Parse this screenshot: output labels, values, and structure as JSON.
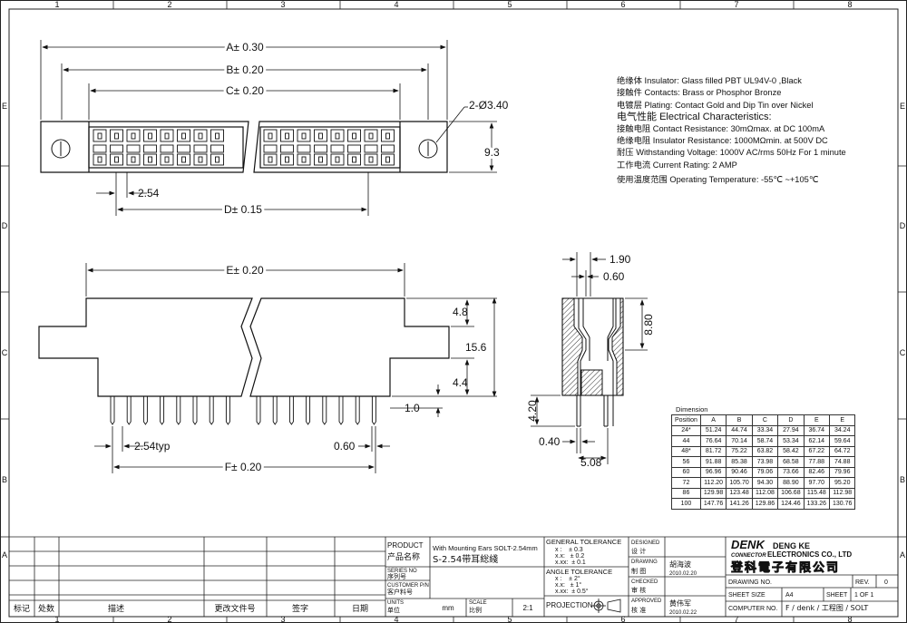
{
  "grid": {
    "columns": [
      "1",
      "2",
      "3",
      "4",
      "5",
      "6",
      "7",
      "8"
    ],
    "rows_right": [
      "E",
      "D",
      "C",
      "B",
      "A"
    ],
    "rows_left": [
      "E",
      "D",
      "C",
      "B",
      "A"
    ]
  },
  "top_view": {
    "dim_a": "A± 0.30",
    "dim_b": "B± 0.20",
    "dim_c": "C± 0.20",
    "dim_hole": "2-Ø3.40",
    "dim_height": "9.3",
    "dim_pitch": "2.54",
    "dim_d": "D± 0.15"
  },
  "front_view": {
    "dim_e": "E± 0.20",
    "dim_48": "4.8",
    "dim_156": "15.6",
    "dim_44": "4.4",
    "dim_10": "1.0",
    "dim_pitch_typ": "2.54typ",
    "dim_060": "0.60",
    "dim_f": "F± 0.20"
  },
  "side_view": {
    "dim_190": "1.90",
    "dim_060": "0.60",
    "dim_880": "8.80",
    "dim_420": "4.20",
    "dim_040": "0.40",
    "dim_508": "5.08"
  },
  "specs": {
    "insulator": {
      "cn": "绝缘体",
      "en": "Insulator: Glass filled PBT UL94V-0 ,Black"
    },
    "contacts": {
      "cn": "接触件",
      "en": "Contacts: Brass or  Phosphor Bronze"
    },
    "plating": {
      "cn": "电镀层",
      "en": "Plating: Contact Gold and Dip Tin over Nickel"
    },
    "electrical_heading": {
      "cn": "电气性能",
      "en": "Electrical Characteristics:"
    },
    "contact_resistance": {
      "cn": "接触电阻",
      "en": "Contact Resistance: 30mΩmax. at DC 100mA"
    },
    "insulator_resistance": {
      "cn": "绝缘电阻",
      "en": "Insulator Resistance: 1000MΩmin. at 500V DC"
    },
    "withstanding": {
      "cn": "耐压",
      "en": "Withstanding Voltage: 1000V AC/rms 50Hz For 1 minute"
    },
    "current": {
      "cn": "工作电流",
      "en": "Current Rating: 2 AMP"
    },
    "temperature": {
      "cn": "使用温度范围",
      "en": "Operating Temperature: -55℃ ~+105℃"
    }
  },
  "dimension_table": {
    "caption": "Dimension",
    "headers": [
      "Position",
      "A",
      "B",
      "C",
      "D",
      "E",
      "E"
    ],
    "rows": [
      [
        "24*",
        "51.24",
        "44.74",
        "33.34",
        "27.94",
        "36.74",
        "34.24"
      ],
      [
        "44",
        "76.64",
        "70.14",
        "58.74",
        "53.34",
        "62.14",
        "59.64"
      ],
      [
        "48*",
        "81.72",
        "75.22",
        "63.82",
        "58.42",
        "67.22",
        "64.72"
      ],
      [
        "56",
        "91.88",
        "85.38",
        "73.98",
        "68.58",
        "77.88",
        "74.88"
      ],
      [
        "60",
        "96.96",
        "90.46",
        "79.06",
        "73.66",
        "82.46",
        "79.96"
      ],
      [
        "72",
        "112.20",
        "105.70",
        "94.30",
        "88.90",
        "97.70",
        "95.20"
      ],
      [
        "86",
        "129.98",
        "123.48",
        "112.08",
        "106.68",
        "115.48",
        "112.98"
      ],
      [
        "100",
        "147.76",
        "141.26",
        "129.86",
        "124.46",
        "133.26",
        "130.76"
      ]
    ]
  },
  "title_block": {
    "product_label_en": "PRODUCT",
    "product_label_cn": "产品名称",
    "product_name_en": "With Mounting Ears SOLT-2.54mm",
    "product_name_cn": "S-2.54带耳総綫",
    "series_label_en": "SERIES NO",
    "series_label_cn": "序列号",
    "customer_label_en": "CUSTOMER P/N",
    "customer_label_cn": "客户料号",
    "units_label_en": "UNITS",
    "units_label_cn": "单位",
    "units_value": "mm",
    "scale_label_en": "SCALE",
    "scale_label_cn": "比例",
    "scale_value": "2:1",
    "general_tol_label": "GENERAL TOLERANCE",
    "tol_x": "x :    ± 0.3",
    "tol_xx": "x.x:   ± 0.2",
    "tol_xxx": "x.xx:  ± 0.1",
    "angle_tol_label": "ANGLE TOLERANCE",
    "ang_x": "x :    ± 2°",
    "ang_xx": "x.x:   ± 1°",
    "ang_xxx": "x.xx:  ± 0.5°",
    "projection_label": "PROJECTION",
    "designed_label_en": "DESIGNED",
    "designed_label_cn": "设 计",
    "drawing_label_en": "DRAWING",
    "drawing_label_cn": "制 图",
    "drawing_name": "胡海波",
    "drawing_date": "2010.02.20",
    "checked_label_en": "CHECKED",
    "checked_label_cn": "审 核",
    "approved_label_en": "APPROVED",
    "approved_label_cn": "核 准",
    "approved_name": "黄伟军",
    "approved_date": "2010.02.22",
    "company_logo": "DENK",
    "company_sub": "CONNECTOR",
    "company_name1": "DENG KE",
    "company_name2": "ELECTRONICS  CO., LTD",
    "company_cn": "登科電子有限公司",
    "drawing_no_label": "DRAWING NO.",
    "rev_label": "REV.",
    "rev_value": "0",
    "sheet_size_label": "SHEET SIZE",
    "sheet_size_value": "A4",
    "sheet_label": "SHEET",
    "sheet_value": "1 OF 1",
    "computer_no_label": "COMPUTER NO.",
    "computer_no_value": "F / denk / 工程图 / SOLT",
    "revision_headers": [
      "标记",
      "处数",
      "描述",
      "更改文件号",
      "签字",
      "日期"
    ]
  }
}
